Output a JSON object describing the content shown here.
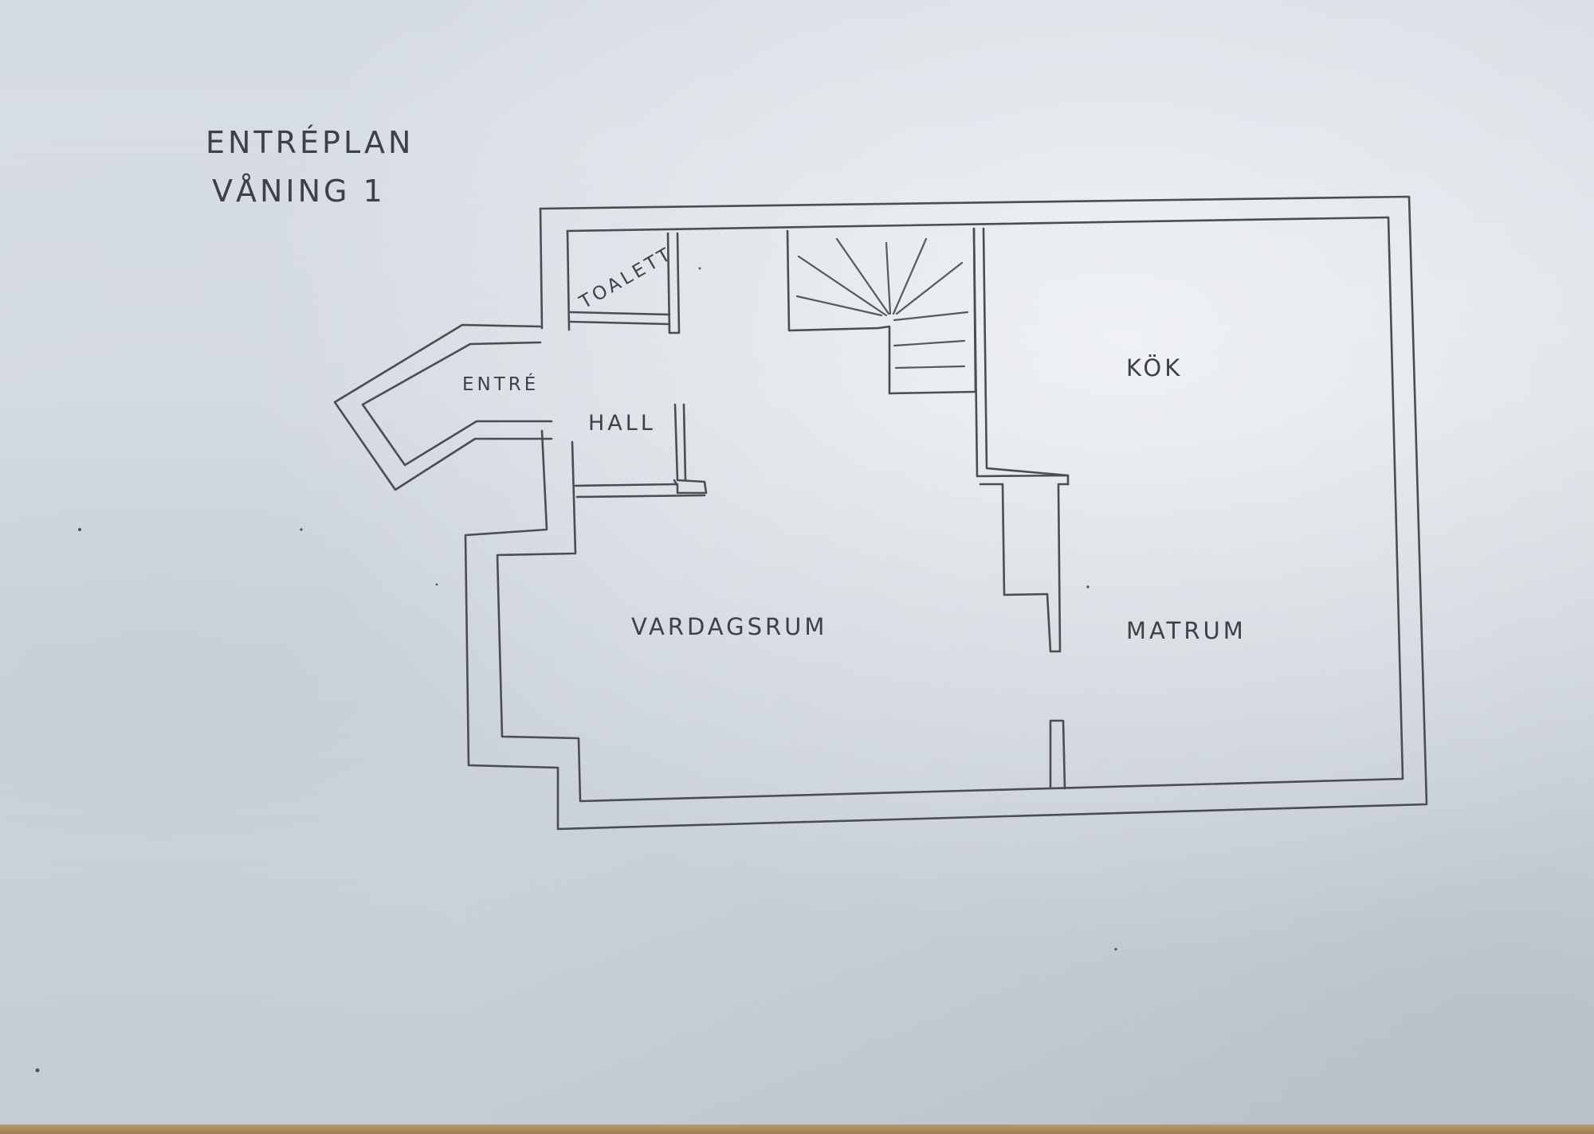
{
  "title": {
    "line1": "ENTRÉPLAN",
    "line2": "VÅNING 1"
  },
  "rooms": {
    "toilet": "TOALETT",
    "entrance": "ENTRÉ",
    "hall": "HALL",
    "kitchen": "KÖK",
    "living_room": "VARDAGSRUM",
    "dining_room": "MATRUM"
  },
  "colors": {
    "paper": "#dde2e8",
    "pencil": "#4a4d52"
  }
}
